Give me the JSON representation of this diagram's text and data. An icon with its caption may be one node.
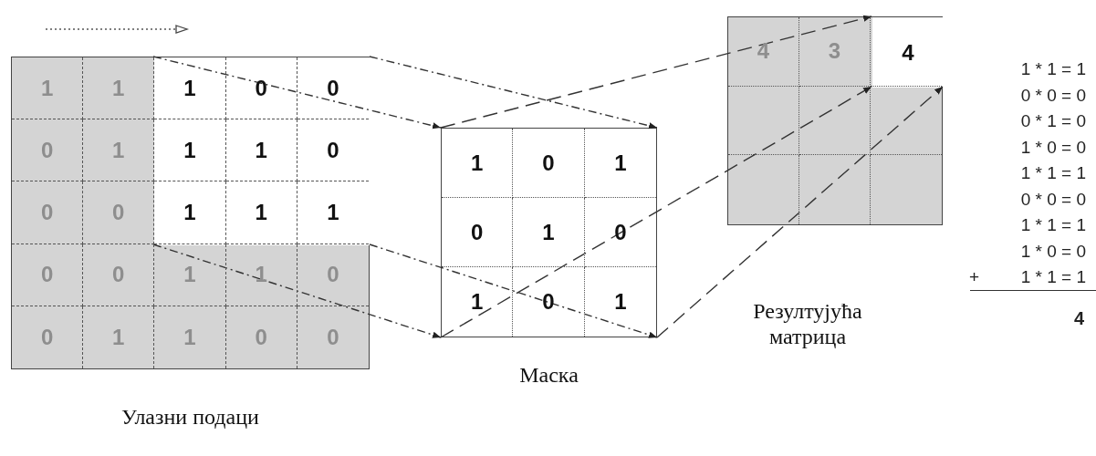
{
  "diagram": {
    "nodes": [
      {
        "text": [],
        "shape": "box",
        "beside": [
          "Улазни подаци"
        ]
      },
      {
        "text": [],
        "shape": "box",
        "in": 0
      },
      {
        "text": [],
        "shape": "box",
        "beside": [
          "Маска"
        ]
      },
      {
        "text": [],
        "shape": "box",
        "beside": [
          "Резултујућа матрица"
        ]
      },
      {
        "text": [
          "4"
        ],
        "in": 3
      }
    ],
    "edges": [
      {
        "from": 1,
        "to": 2,
        "arrow": "to",
        "style": "dashed"
      },
      {
        "from": 1,
        "to": 2,
        "arrow": "to",
        "style": "dashed"
      },
      {
        "from": 1,
        "to": 2,
        "arrow": "to",
        "style": "dashed"
      },
      {
        "from": 1,
        "to": 2,
        "arrow": "to",
        "style": "dashed"
      },
      {
        "from": 2,
        "to": 4,
        "arrow": "to",
        "style": "dashed"
      },
      {
        "from": 2,
        "to": 4,
        "arrow": "to",
        "style": "dashed"
      },
      {
        "from": 2,
        "to": 4,
        "arrow": "to",
        "style": "dashed"
      }
    ],
    "labels": [
      "1",
      "1",
      "1",
      "0",
      "0",
      "0",
      "1",
      "1",
      "1",
      "0",
      "0",
      "0",
      "1",
      "1",
      "1",
      "0",
      "0",
      "1",
      "1",
      "0",
      "0",
      "1",
      "1",
      "0",
      "0",
      "1",
      "0",
      "1",
      "0",
      "1",
      "0",
      "1",
      "0",
      "1",
      "4",
      "3",
      "1 * 1 = 1",
      "0 * 0 = 0",
      "0 * 1 = 0",
      "1 * 0 = 0",
      "1 * 1 = 1",
      "0 * 0 = 0",
      "1 * 1 = 1",
      "1 * 0 = 0",
      "+",
      "1 * 1 = 1",
      "4"
    ]
  }
}
